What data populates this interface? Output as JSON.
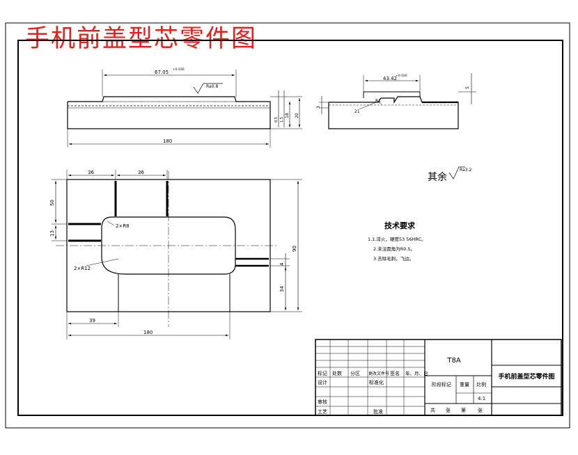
{
  "title": "手机前盖型芯零件图",
  "colors": {
    "title": "#e8201c",
    "line": "#000000",
    "background": "#ffffff"
  },
  "view_front": {
    "dims": {
      "top_length": "67.05",
      "tol_top": "+0.030",
      "roughness": "Ra0.8",
      "overall_length": "180",
      "h1": "0.5",
      "h2": "1.5",
      "h3": "18",
      "h4": "20"
    }
  },
  "view_side": {
    "dims": {
      "width": "43.42",
      "tol_width": "+0.030",
      "tol_height": "5",
      "gap": "3",
      "r1": "R1",
      "r2": "21"
    }
  },
  "view_plan": {
    "dims": {
      "top_a": "36",
      "top_b": "36",
      "left_a": "50",
      "left_b": "13",
      "right_total": "90",
      "right_mid": "4",
      "right_low": "34",
      "bottom_a": "39",
      "overall": "180",
      "corner1": "2×R8",
      "corner2": "2×R12"
    }
  },
  "surface_note": {
    "label": "其余",
    "value": "Ra3.2"
  },
  "tech_requirements": {
    "title": "技术要求",
    "items": [
      "1.1.淬火，硬度53 56HRC。",
      "2.未注圆角为R0.5。",
      "3.去除毛刺，飞边。"
    ]
  },
  "title_block": {
    "material": "T8A",
    "part_name": "手机前盖型芯零件图",
    "row_headers": [
      "标记",
      "处数",
      "分区",
      "更改文件号",
      "签名",
      "年、月、日"
    ],
    "design": "设计",
    "standardization": "标准化",
    "check": "审核",
    "process": "工艺",
    "approve": "批准",
    "stage_mark": "阶段标记",
    "weight": "重量",
    "scale_label": "比例",
    "scale": "4:1",
    "sheets": [
      "共",
      "张",
      "第",
      "张"
    ]
  }
}
